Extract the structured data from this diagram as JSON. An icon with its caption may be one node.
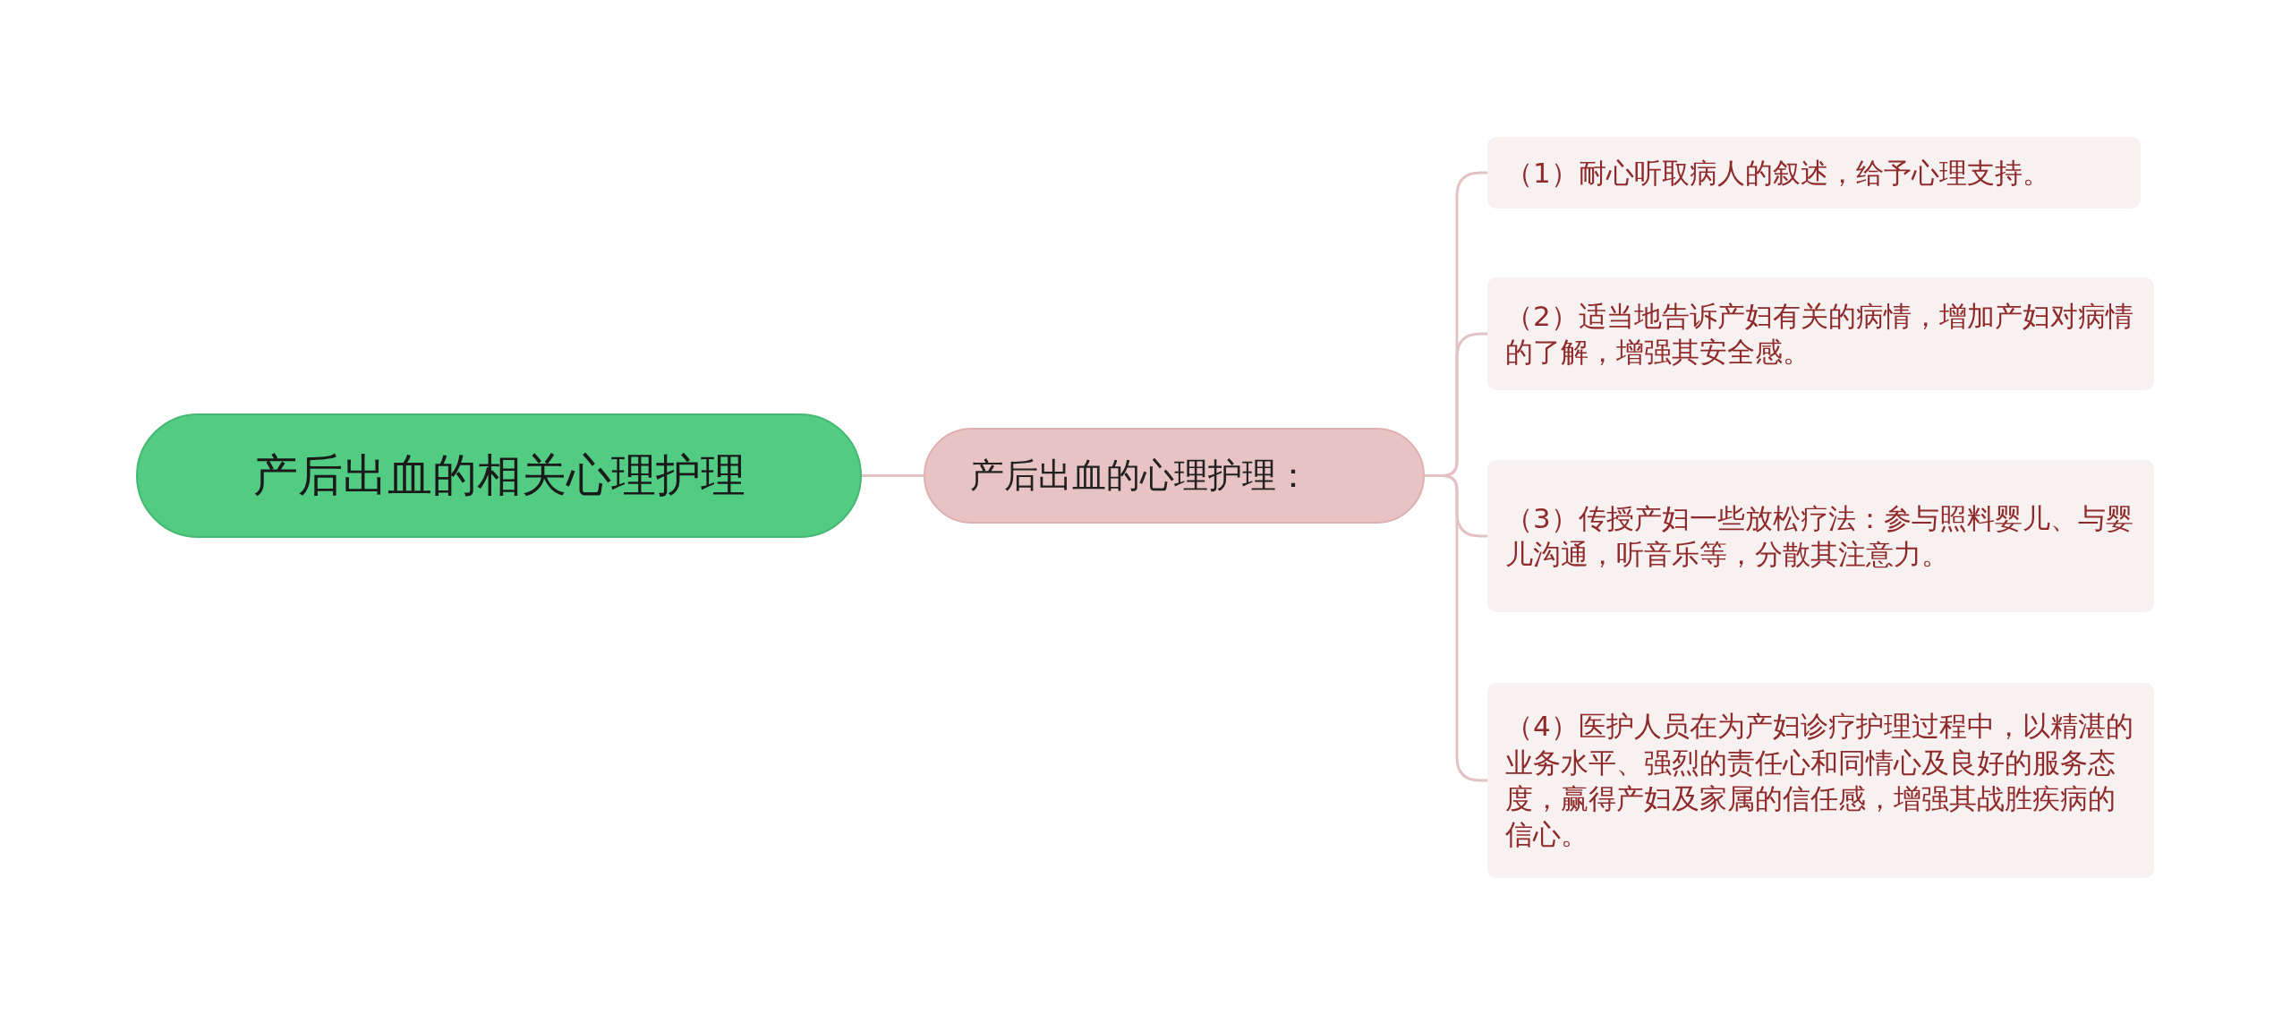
{
  "diagram": {
    "nodes": [
      {
        "text": [
          "产后出血的相关心理护理"
        ]
      },
      {
        "text": [
          "产后出血的心理护理："
        ]
      },
      {
        "text": [
          "（1）耐心听取病人的叙述，给予心理支持。"
        ]
      },
      {
        "text": [
          "（2）适当地告诉产妇有关的病情，增加产妇对病情的了解，增强其安全感。"
        ]
      },
      {
        "text": [
          "（3）传授产妇一些放松疗法：参与照料婴儿、与婴儿沟通，听音乐等，分散其注意力。"
        ]
      },
      {
        "text": [
          "（4）医护人员在为产妇诊疗护理过程中，以精湛的业务水平、强烈的责任心和同情心及良好的服务态度，赢得产妇及家属的信任感，增强其战胜疾病的信心。"
        ]
      }
    ],
    "edges": [
      {
        "from": 0,
        "to": 1,
        "arrow": "none"
      },
      {
        "from": 1,
        "to": 2,
        "arrow": "none"
      },
      {
        "from": 1,
        "to": 3,
        "arrow": "none"
      },
      {
        "from": 1,
        "to": 4,
        "arrow": "none"
      },
      {
        "from": 1,
        "to": 5,
        "arrow": "none"
      }
    ]
  }
}
